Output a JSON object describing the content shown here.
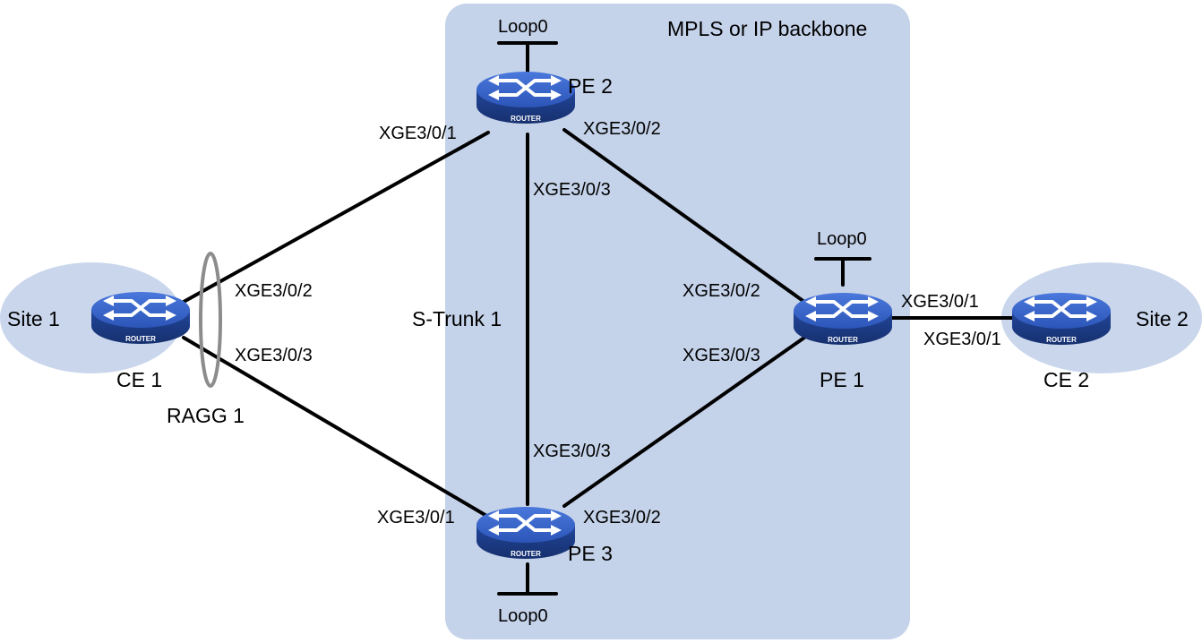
{
  "backbone": {
    "label": "MPLS or IP backbone"
  },
  "sites": {
    "site1": "Site 1",
    "site2": "Site 2"
  },
  "router_badge": "ROUTER",
  "routers": {
    "ce1": "CE 1",
    "ce2": "CE 2",
    "pe1": "PE 1",
    "pe2": "PE 2",
    "pe3": "PE 3"
  },
  "loopbacks": {
    "pe1": "Loop0",
    "pe2": "Loop0",
    "pe3": "Loop0"
  },
  "aggregation": {
    "ragg": "RAGG 1",
    "strunk": "S-Trunk 1"
  },
  "interfaces": {
    "pe2_to_ce1": "XGE3/0/1",
    "pe2_to_pe1": "XGE3/0/2",
    "pe2_to_pe3": "XGE3/0/3",
    "ce1_to_pe2": "XGE3/0/2",
    "ce1_to_pe3": "XGE3/0/3",
    "pe1_to_pe2": "XGE3/0/2",
    "pe1_to_pe3": "XGE3/0/3",
    "pe1_to_ce2": "XGE3/0/1",
    "ce2_to_pe1": "XGE3/0/1",
    "pe3_to_pe2": "XGE3/0/3",
    "pe3_to_ce1": "XGE3/0/1",
    "pe3_to_pe1": "XGE3/0/2"
  },
  "colors": {
    "backbone_fill": "#c5d3ea",
    "site_fill": "#c9d6ec",
    "router_body": "#2a4fa8",
    "router_top": "#3d6ad0",
    "ragg_ring": "#8c8c8c"
  }
}
